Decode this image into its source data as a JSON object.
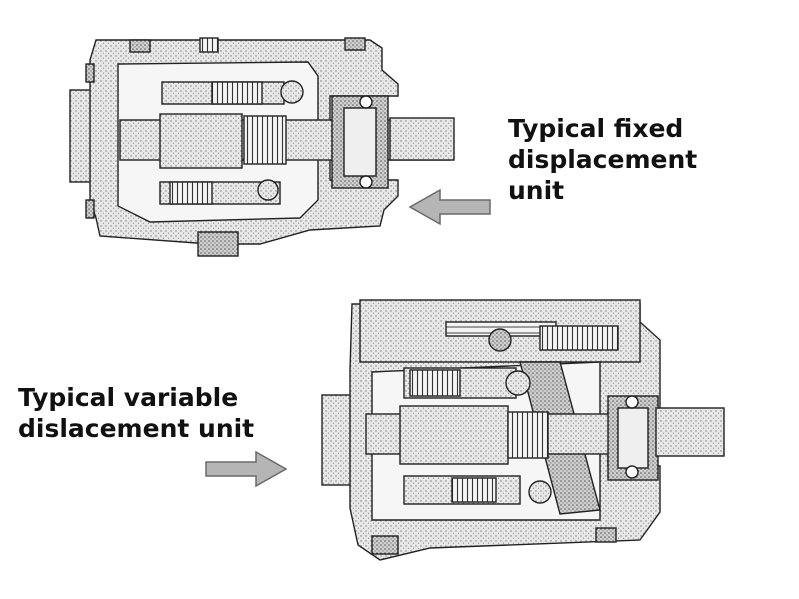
{
  "diagram": {
    "fixed_label_lines": [
      "Typical fixed",
      "displacement",
      "unit"
    ],
    "variable_label_lines": [
      "Typical variable",
      "dislacement unit"
    ],
    "colors": {
      "line": "#222222",
      "stipple_bg": "#e6e6e6",
      "stipple_dot": "#777777",
      "arrow_fill": "#b5b5b5",
      "arrow_stroke": "#6a6a6a",
      "background": "#ffffff"
    }
  }
}
